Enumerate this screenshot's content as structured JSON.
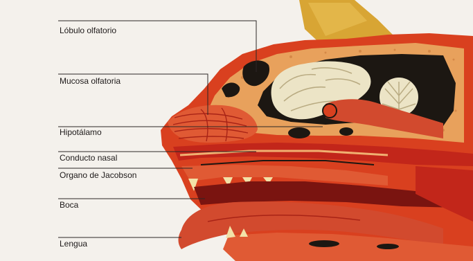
{
  "diagram": {
    "labels": {
      "lobulo_olfatorio": "Lóbulo olfatorio",
      "mucosa_olfatoria": "Mucosa olfatoria",
      "hipotalamo": "Hipotálamo",
      "conducto_nasal": "Conducto nasal",
      "organo_jacobson": "Organo de Jacobson",
      "boca": "Boca",
      "lengua": "Lengua"
    },
    "colors": {
      "background": "#f4f1ec",
      "ear": "#d8a534",
      "head_skin": "#d9401f",
      "bone": "#e8a15c",
      "brain": "#ece4c6",
      "cavity_dark": "#1c1712",
      "tissue_red": "#c2261a",
      "tongue": "#d24a2e",
      "teeth": "#f2e2a8"
    }
  }
}
